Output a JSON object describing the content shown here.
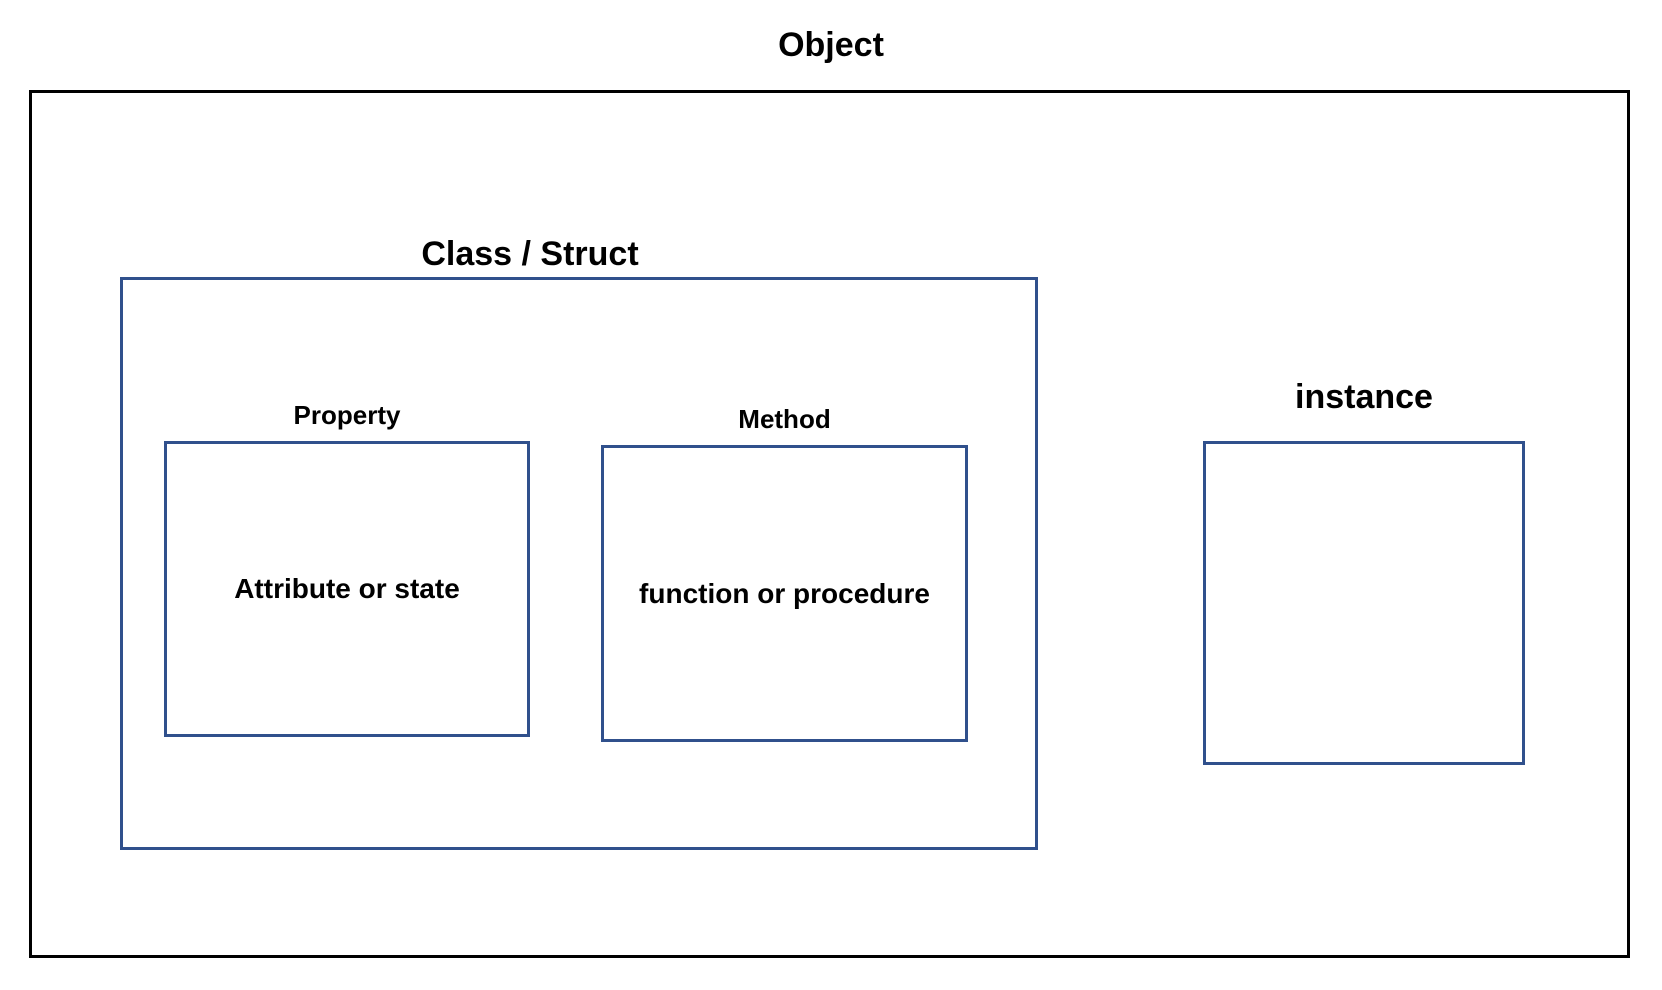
{
  "diagram": {
    "title": "Object",
    "class_struct": {
      "label": "Class / Struct"
    },
    "property": {
      "label": "Property",
      "content": "Attribute or state"
    },
    "method": {
      "label": "Method",
      "content": "function or procedure"
    },
    "instance": {
      "label": "instance"
    }
  },
  "colors": {
    "outer_border": "#000000",
    "inner_border_blue": "#30508c",
    "text": "#000000",
    "background": "#ffffff"
  }
}
